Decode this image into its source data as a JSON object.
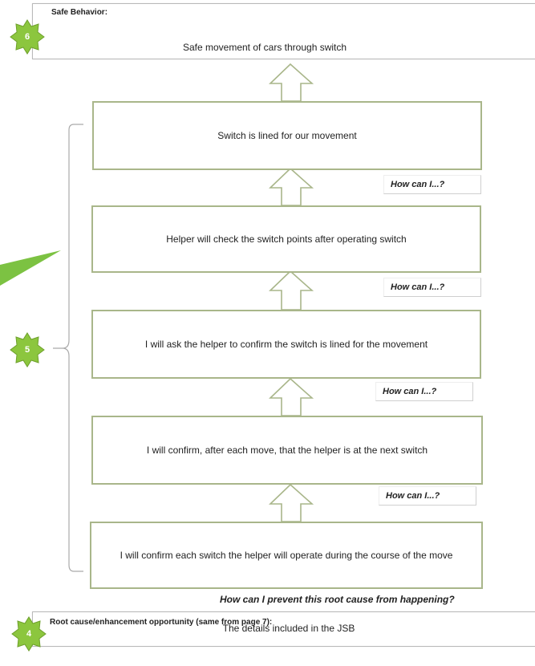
{
  "top_panel": {
    "badge": "6",
    "label": "Safe Behavior:",
    "text": "Safe movement of cars through switch"
  },
  "steps": [
    "Switch is lined for our movement",
    "Helper will check the switch points after operating switch",
    "I will ask the helper to confirm the switch is lined for the movement",
    "I will confirm, after each move, that the helper is at the next switch",
    "I will confirm each switch the helper will operate during the course of the move"
  ],
  "how_label": "How can I...?",
  "group_badge": "5",
  "bottom_question": "How can I prevent this root cause from happening?",
  "bottom_panel": {
    "badge": "4",
    "label": "Root cause/enhancement opportunity (same from page 7):",
    "text": "The details included in the JSB"
  },
  "colors": {
    "badge_green": "#8cc63e",
    "box_border": "#a9b68a",
    "pointer_green": "#7cc242"
  }
}
